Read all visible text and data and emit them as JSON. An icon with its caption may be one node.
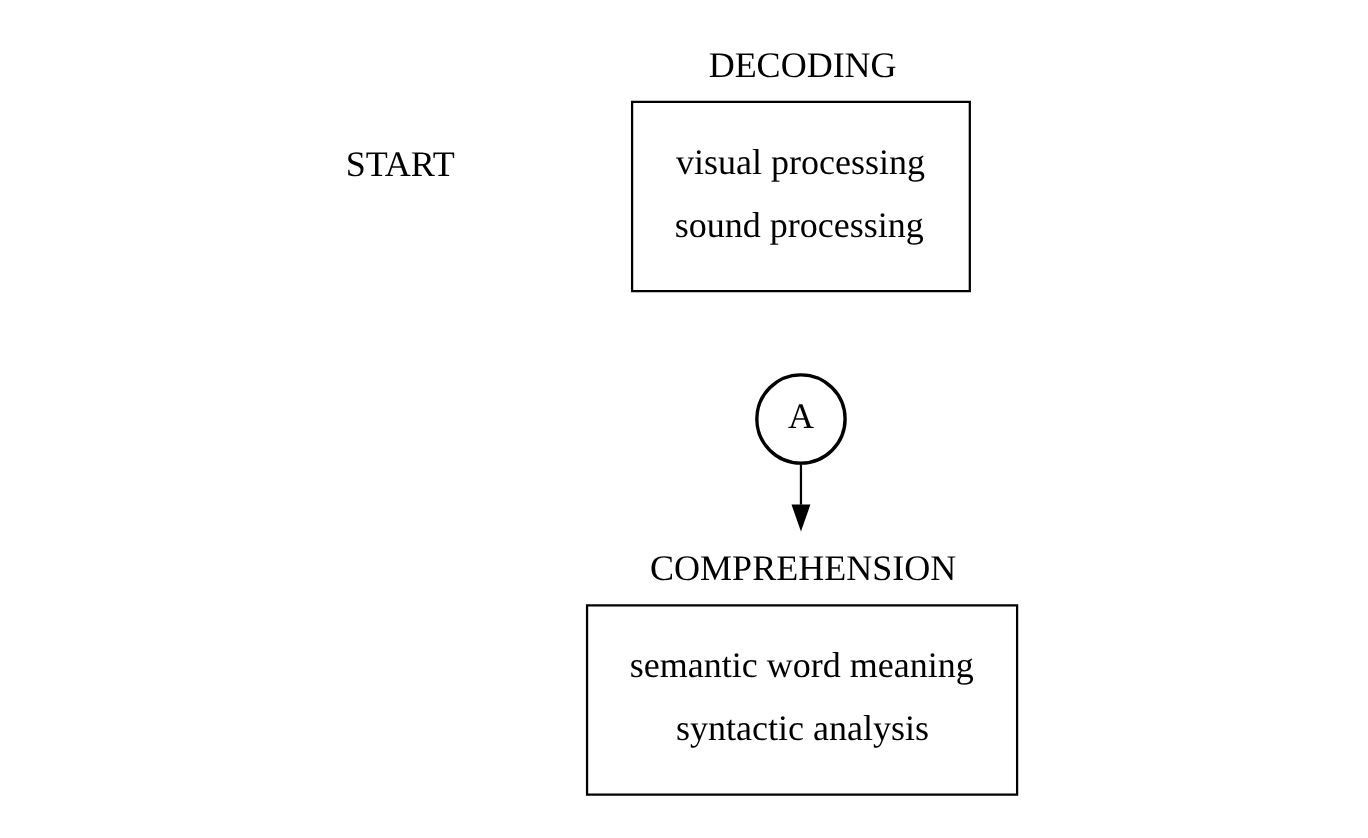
{
  "diagram": {
    "nodes": [
      {
        "text": [
          "DECODING",
          "visual processing",
          "sound processing"
        ]
      },
      {
        "text": [
          "A"
        ]
      },
      {
        "text": [
          "COMPREHENSION",
          "semantic word meaning",
          "syntactic analysis"
        ]
      }
    ],
    "edges": [
      {
        "from": 1,
        "to": 2,
        "arrow": "to"
      }
    ],
    "labels": [
      "START"
    ]
  }
}
